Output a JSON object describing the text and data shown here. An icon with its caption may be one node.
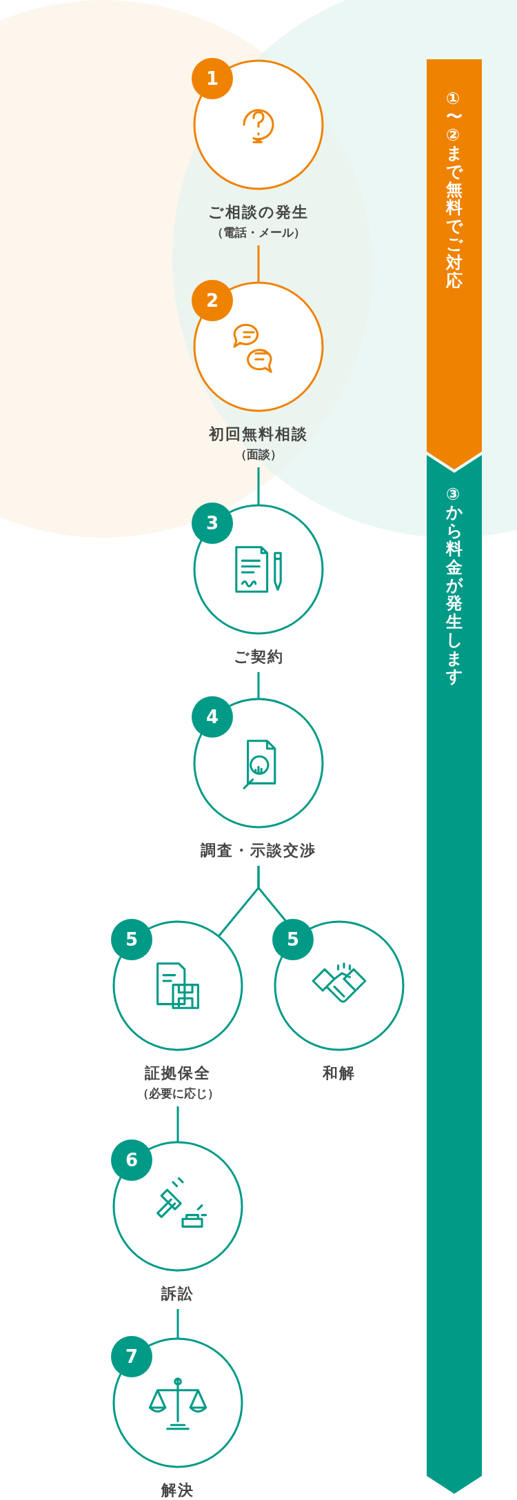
{
  "diagram": {
    "nodes": [
      {
        "text": [
          "1",
          "ご相談の発生",
          "（電話・メール）"
        ]
      },
      {
        "text": [
          "2",
          "初回無料相談",
          "（面談）"
        ]
      },
      {
        "text": [
          "3",
          "ご契約"
        ]
      },
      {
        "text": [
          "4",
          "調査・示談交渉"
        ]
      },
      {
        "text": [
          "5",
          "証拠保全",
          "（必要に応じ）"
        ]
      },
      {
        "text": [
          "5",
          "和解"
        ]
      },
      {
        "text": [
          "6",
          "訴訟"
        ]
      },
      {
        "text": [
          "7",
          "解決"
        ]
      },
      {
        "text": [
          "①〜②まで無料でご対応"
        ]
      },
      {
        "text": [
          "③から料金が発生します"
        ]
      }
    ],
    "edges": [
      {
        "from": 0,
        "to": 1,
        "arrow": "none",
        "color": "#ef8200"
      },
      {
        "from": 1,
        "to": 2,
        "arrow": "none"
      },
      {
        "from": 2,
        "to": 3,
        "arrow": "none"
      },
      {
        "from": 3,
        "to": 4,
        "arrow": "none"
      },
      {
        "from": 3,
        "to": 5,
        "arrow": "none"
      },
      {
        "from": 4,
        "to": 6,
        "arrow": "none"
      },
      {
        "from": 6,
        "to": 7,
        "arrow": "none"
      }
    ]
  }
}
